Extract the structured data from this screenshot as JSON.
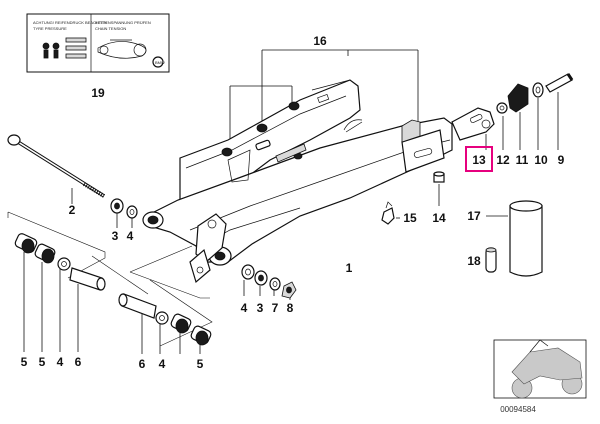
{
  "diagram": {
    "callouts": [
      {
        "id": "16",
        "text": "16"
      },
      {
        "id": "19",
        "text": "19"
      },
      {
        "id": "2",
        "text": "2"
      },
      {
        "id": "3a",
        "text": "3"
      },
      {
        "id": "4a",
        "text": "4"
      },
      {
        "id": "1",
        "text": "1"
      },
      {
        "id": "13",
        "text": "13"
      },
      {
        "id": "12",
        "text": "12"
      },
      {
        "id": "11",
        "text": "11"
      },
      {
        "id": "10",
        "text": "10"
      },
      {
        "id": "9",
        "text": "9"
      },
      {
        "id": "14",
        "text": "14"
      },
      {
        "id": "15",
        "text": "15"
      },
      {
        "id": "17",
        "text": "17"
      },
      {
        "id": "18",
        "text": "18"
      },
      {
        "id": "4b",
        "text": "4"
      },
      {
        "id": "3b",
        "text": "3"
      },
      {
        "id": "7",
        "text": "7"
      },
      {
        "id": "8",
        "text": "8"
      },
      {
        "id": "5a",
        "text": "5"
      },
      {
        "id": "5b",
        "text": "5"
      },
      {
        "id": "4c",
        "text": "4"
      },
      {
        "id": "6a",
        "text": "6"
      },
      {
        "id": "6b",
        "text": "6"
      },
      {
        "id": "4d",
        "text": "4"
      },
      {
        "id": "5c",
        "text": "5"
      }
    ],
    "highlight": {
      "callout": "13",
      "color": "#e6007e"
    },
    "reference_number": "00094584",
    "plate_text": {
      "left_heading": "ACHTUNG! REIFENDRUCK BEACHTEN",
      "right_heading": "KETTENSPANNUNG PRÜFEN",
      "sub_left": "TYRE PRESSURE",
      "sub_right": "CHAIN TENSION",
      "brand": "BMW"
    }
  }
}
